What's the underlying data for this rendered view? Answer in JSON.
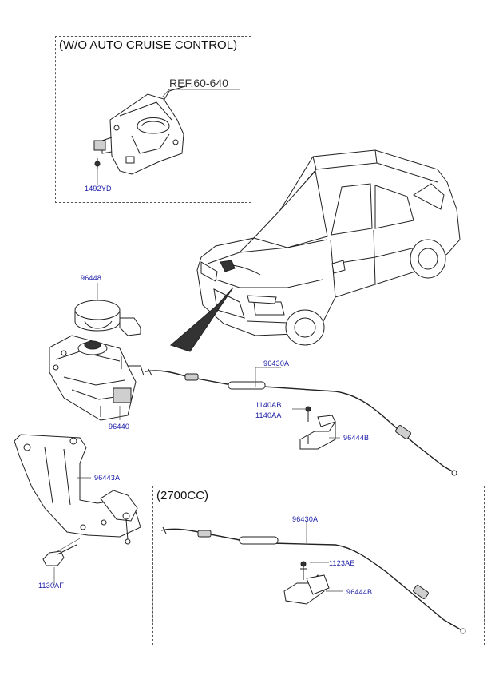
{
  "boxes": {
    "wo_cruise_title": "(W/O AUTO CRUISE CONTROL)",
    "engine_2700_title": "(2700CC)"
  },
  "reference": "REF.60-640",
  "parts": {
    "p1492yd": "1492YD",
    "p96448": "96448",
    "p96440": "96440",
    "p96430a_top": "96430A",
    "p1140ab": "1140AB",
    "p1140aa": "1140AA",
    "p96444b_top": "96444B",
    "p96443a": "96443A",
    "p1130af": "1130AF",
    "p96430a_bottom": "96430A",
    "p1123ae": "1123AE",
    "p96444b_bottom": "96444B"
  }
}
